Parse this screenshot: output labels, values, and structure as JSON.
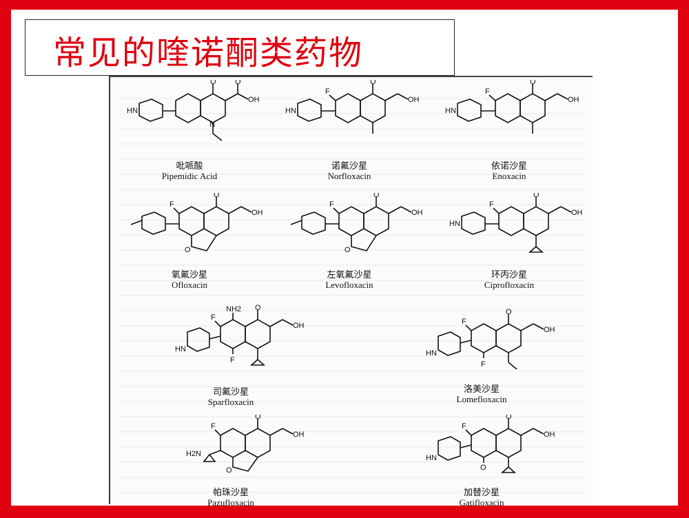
{
  "title": "常见的喹诺酮类药物",
  "drugs": [
    {
      "cn": "吡哌酸",
      "en": "Pipemidic Acid"
    },
    {
      "cn": "诺氟沙星",
      "en": "Norfloxacin"
    },
    {
      "cn": "依诺沙星",
      "en": "Enoxacin"
    },
    {
      "cn": "氧氟沙星",
      "en": "Ofloxacin"
    },
    {
      "cn": "左氧氟沙星",
      "en": "Levofloxacin"
    },
    {
      "cn": "环丙沙星",
      "en": "Ciprofloxacin"
    },
    {
      "cn": "司氟沙星",
      "en": "Sparfloxacin"
    },
    {
      "cn": "洛美沙星",
      "en": "Lomefloxacin"
    },
    {
      "cn": "帕珠沙星",
      "en": "Pazufloxacin"
    },
    {
      "cn": "加替沙星",
      "en": "Gatifloxacin"
    }
  ],
  "atoms": {
    "F": "F",
    "O": "O",
    "N": "N",
    "OH": "OH",
    "HN": "HN",
    "NH2": "NH2",
    "H2N": "H2N"
  }
}
